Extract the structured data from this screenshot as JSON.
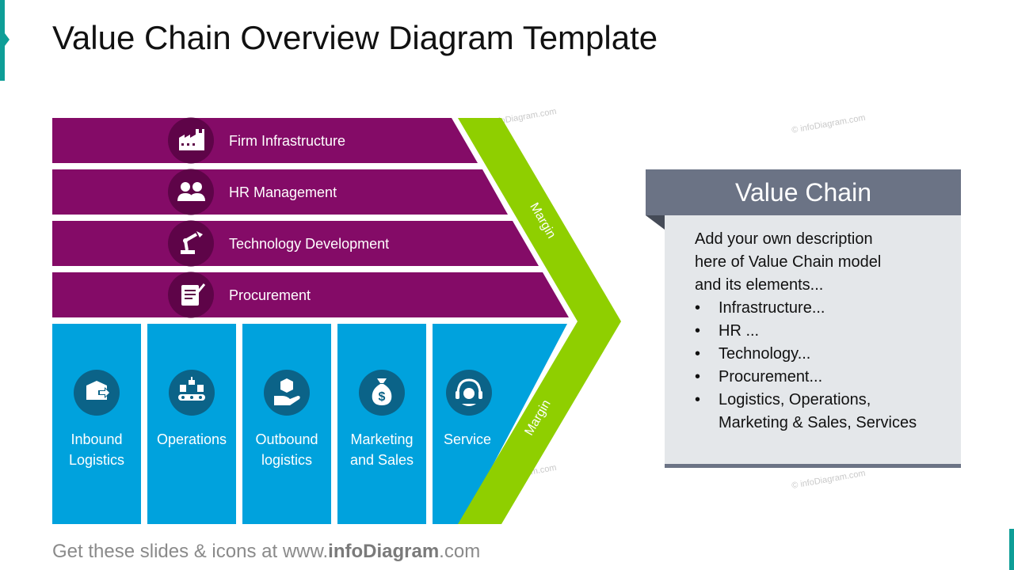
{
  "title": "Value Chain Overview Diagram Template",
  "colors": {
    "support": "#840b67",
    "primary": "#00a2dd",
    "margin": "#8fcf00",
    "icon_support_bg": "#5e0448",
    "icon_primary_bg": "#0b6388",
    "panel_header": "#6b7385",
    "panel_body": "#e4e7ea",
    "accent": "#0e9e97"
  },
  "support_activities": [
    {
      "label": "Firm Infrastructure",
      "icon": "factory-icon"
    },
    {
      "label": "HR Management",
      "icon": "people-icon"
    },
    {
      "label": "Technology Development",
      "icon": "robot-arm-icon"
    },
    {
      "label": "Procurement",
      "icon": "contract-icon"
    }
  ],
  "primary_activities": [
    {
      "line1": "Inbound",
      "line2": "Logistics",
      "icon": "box-arrow-in-icon"
    },
    {
      "line1": "Operations",
      "line2": "",
      "icon": "conveyor-icon"
    },
    {
      "line1": "Outbound",
      "line2": "logistics",
      "icon": "box-hand-icon"
    },
    {
      "line1": "Marketing",
      "line2": "and Sales",
      "icon": "money-bag-icon"
    },
    {
      "line1": "Service",
      "line2": "",
      "icon": "headset-icon"
    }
  ],
  "margin_labels": [
    "Margin",
    "Margin"
  ],
  "watermark": "© infoDiagram.com",
  "panel": {
    "title": "Value Chain",
    "description_lines": [
      "Add your own description",
      "here of Value Chain model",
      "and its elements..."
    ],
    "bullets": [
      "Infrastructure...",
      "HR ...",
      "Technology...",
      "Procurement...",
      "Logistics, Operations,\nMarketing & Sales, Services"
    ]
  },
  "footer": {
    "prefix": "Get these slides & icons at www.",
    "brand": "infoDiagram",
    "suffix": ".com"
  }
}
